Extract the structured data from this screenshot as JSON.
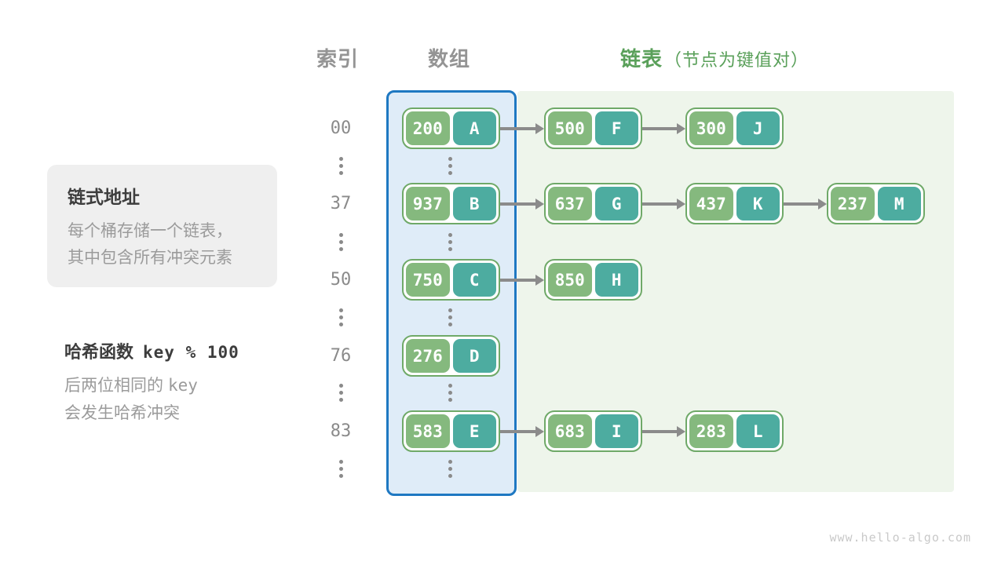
{
  "header": {
    "index_label": "索引",
    "array_label": "数组",
    "list_label": "链表",
    "list_note": "（节点为键值对）"
  },
  "info_box": {
    "title": "链式地址",
    "line1": "每个桶存储一个链表，",
    "line2": "其中包含所有冲突元素"
  },
  "hash_note": {
    "title_cn": "哈希函数",
    "title_code": "key % 100",
    "line1_cn": "后两位相同的",
    "line1_code": "key",
    "line2": "会发生哈希冲突"
  },
  "rows": [
    {
      "index": "00",
      "nodes": [
        {
          "key": "200",
          "value": "A"
        },
        {
          "key": "500",
          "value": "F"
        },
        {
          "key": "300",
          "value": "J"
        }
      ]
    },
    {
      "index": "37",
      "nodes": [
        {
          "key": "937",
          "value": "B"
        },
        {
          "key": "637",
          "value": "G"
        },
        {
          "key": "437",
          "value": "K"
        },
        {
          "key": "237",
          "value": "M"
        }
      ]
    },
    {
      "index": "50",
      "nodes": [
        {
          "key": "750",
          "value": "C"
        },
        {
          "key": "850",
          "value": "H"
        }
      ]
    },
    {
      "index": "76",
      "nodes": [
        {
          "key": "276",
          "value": "D"
        }
      ]
    },
    {
      "index": "83",
      "nodes": [
        {
          "key": "583",
          "value": "E"
        },
        {
          "key": "683",
          "value": "I"
        },
        {
          "key": "283",
          "value": "L"
        }
      ]
    }
  ],
  "watermark": "www.hello-algo.com",
  "colors": {
    "accent_blue": "#1e78c2",
    "array_fill": "#dfecf8",
    "list_panel_fill": "#eef5eb",
    "node_border": "#6fa968",
    "key_green": "#85b97e",
    "value_teal": "#4daca0",
    "header_green": "#5aa05a",
    "arrow_gray": "#8b8b8b",
    "text_gray": "#9b9b9b"
  }
}
